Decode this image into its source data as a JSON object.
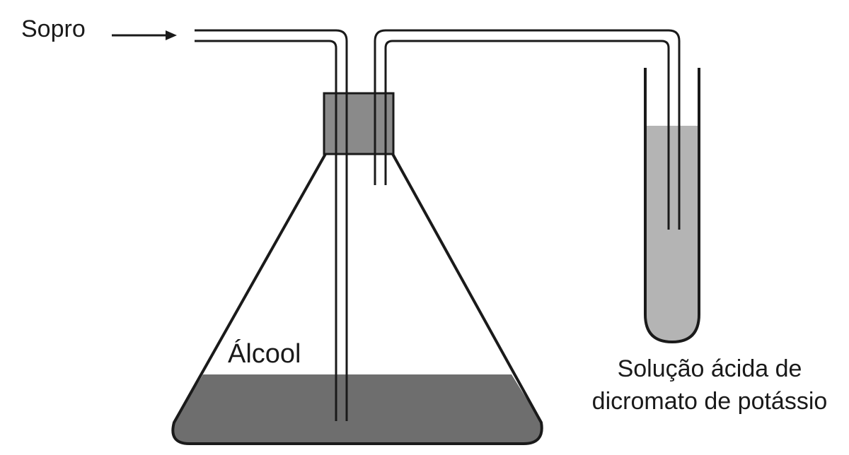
{
  "labels": {
    "sopro": "Sopro",
    "alcool": "Álcool",
    "solucao_line1": "Solução ácida de",
    "solucao_line2": "dicromato de potássio"
  },
  "colors": {
    "outline": "#1a1a1a",
    "alcohol_liquid": "#6e6e6e",
    "stopper": "#8a8a8a",
    "dichromate_solution": "#b4b4b4",
    "background": "#ffffff"
  }
}
